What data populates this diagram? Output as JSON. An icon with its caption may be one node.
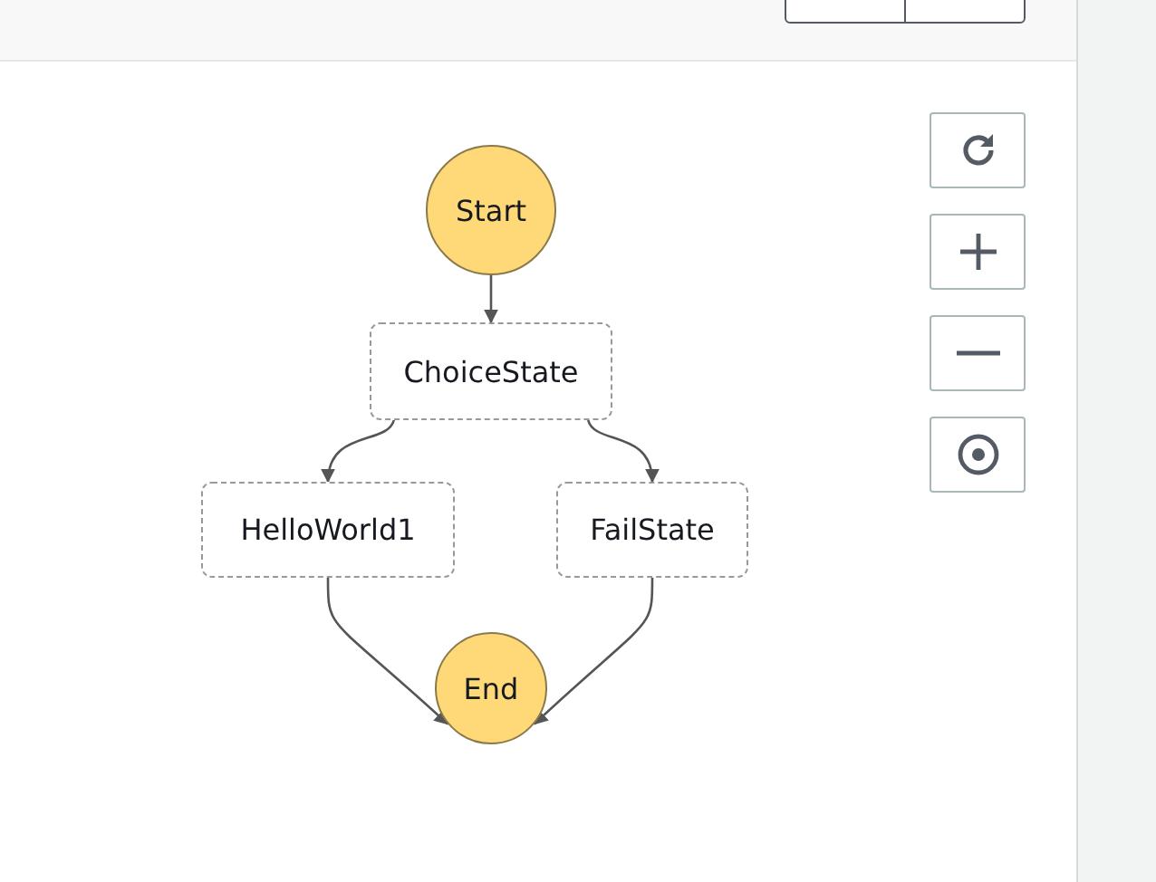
{
  "diagram": {
    "nodes": [
      {
        "text": [
          "Start"
        ]
      },
      {
        "text": [
          "ChoiceState"
        ]
      },
      {
        "text": [
          "HelloWorld1"
        ]
      },
      {
        "text": [
          "FailState"
        ]
      },
      {
        "text": [
          "End"
        ]
      }
    ],
    "edges": [
      {
        "from": 0,
        "to": 1,
        "arrow": "to"
      },
      {
        "from": 1,
        "to": 2,
        "arrow": "to"
      },
      {
        "from": 1,
        "to": 3,
        "arrow": "to"
      },
      {
        "from": 2,
        "to": 4,
        "arrow": "to"
      },
      {
        "from": 3,
        "to": 4,
        "arrow": "to"
      }
    ]
  }
}
